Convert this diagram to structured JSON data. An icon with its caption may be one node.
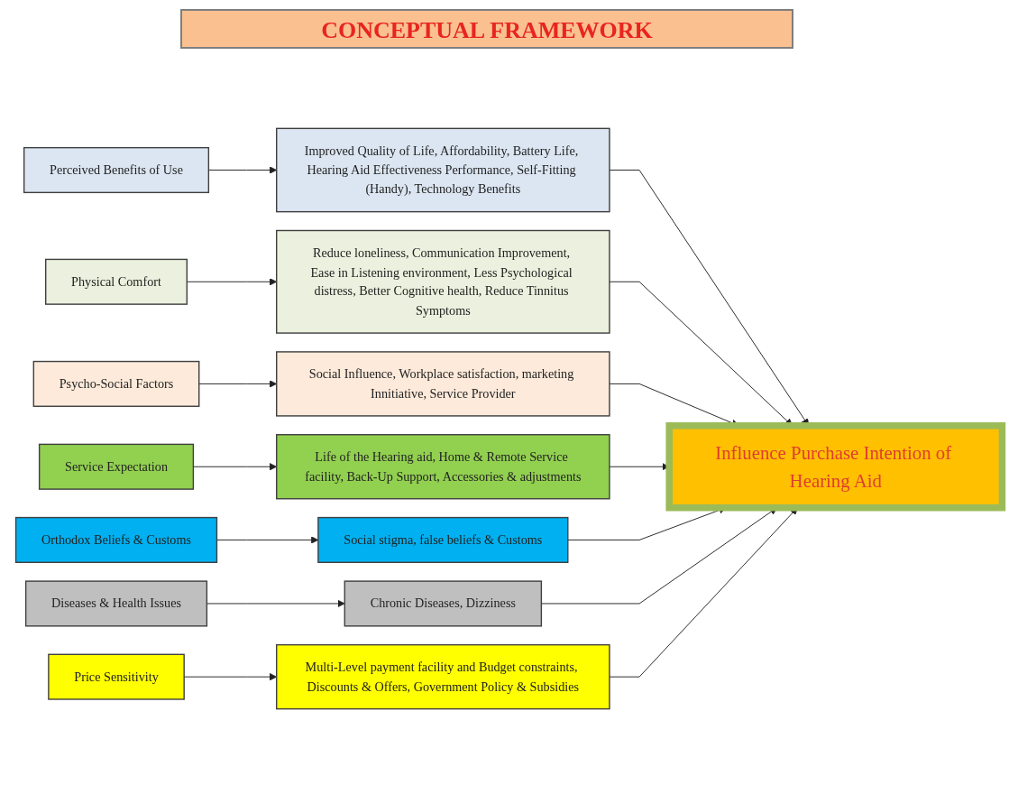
{
  "diagram": {
    "title": "CONCEPTUAL FRAMEWORK",
    "nodes": [
      {
        "text": [
          "Perceived Benefits of Use"
        ]
      },
      {
        "text": [
          "Improved Quality of Life, Affordability, Battery Life, Hearing Aid Effectiveness Performance, Self-Fitting (Handy), Technology Benefits"
        ]
      },
      {
        "text": [
          "Physical Comfort"
        ]
      },
      {
        "text": [
          "Reduce loneliness, Communication Improvement, Ease in Listening environment, Less Psychological distress, Better Cognitive health, Reduce Tinnitus Symptoms"
        ]
      },
      {
        "text": [
          "Psycho-Social Factors"
        ]
      },
      {
        "text": [
          "Social Influence, Workplace satisfaction, marketing Innitiative, Service Provider"
        ]
      },
      {
        "text": [
          "Service Expectation"
        ]
      },
      {
        "text": [
          "Life of the Hearing aid, Home & Remote Service facility, Back-Up Support, Accessories & adjustments"
        ]
      },
      {
        "text": [
          "Orthodox Beliefs & Customs"
        ]
      },
      {
        "text": [
          "Social stigma, false beliefs & Customs"
        ]
      },
      {
        "text": [
          "Diseases & Health Issues"
        ]
      },
      {
        "text": [
          "Chronic Diseases, Dizziness"
        ]
      },
      {
        "text": [
          "Price Sensitivity"
        ]
      },
      {
        "text": [
          "Multi-Level payment facility and Budget constraints, Discounts & Offers, Government Policy & Subsidies"
        ]
      },
      {
        "text": [
          "Influence Purchase Intention of Hearing Aid"
        ]
      }
    ],
    "edges": [
      {
        "from": 0,
        "to": 1,
        "arrow": "to"
      },
      {
        "from": 2,
        "to": 3,
        "arrow": "to"
      },
      {
        "from": 4,
        "to": 5,
        "arrow": "to"
      },
      {
        "from": 6,
        "to": 7,
        "arrow": "to"
      },
      {
        "from": 8,
        "to": 9,
        "arrow": "to"
      },
      {
        "from": 10,
        "to": 11,
        "arrow": "to"
      },
      {
        "from": 12,
        "to": 13,
        "arrow": "to"
      },
      {
        "from": 1,
        "to": 14,
        "arrow": "to"
      },
      {
        "from": 3,
        "to": 14,
        "arrow": "to"
      },
      {
        "from": 5,
        "to": 14,
        "arrow": "to"
      },
      {
        "from": 7,
        "to": 14,
        "arrow": "to"
      },
      {
        "from": 9,
        "to": 14,
        "arrow": "to"
      },
      {
        "from": 11,
        "to": 14,
        "arrow": "to"
      },
      {
        "from": 13,
        "to": 14,
        "arrow": "to"
      }
    ]
  }
}
